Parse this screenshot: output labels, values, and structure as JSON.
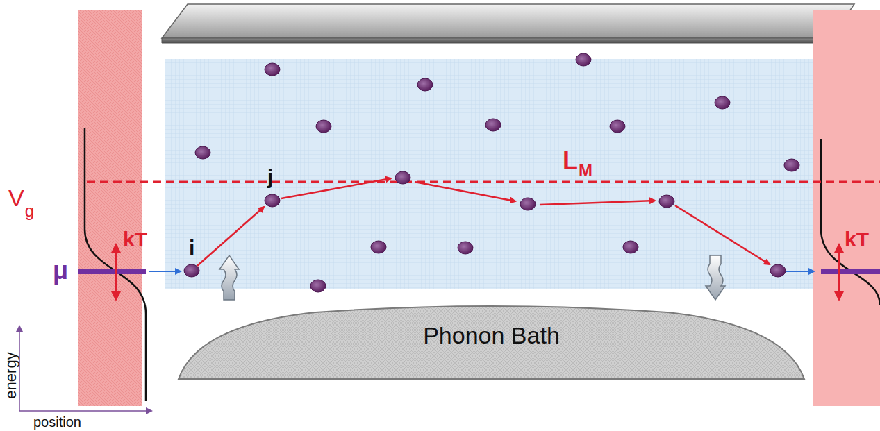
{
  "diagram": {
    "nodes": [
      {
        "text": [
          "Phonon Bath"
        ]
      }
    ],
    "labels": [
      "V",
      "g",
      "kT",
      "μ",
      "i",
      "j",
      "L",
      "M",
      "kT",
      "energy",
      "position"
    ]
  }
}
